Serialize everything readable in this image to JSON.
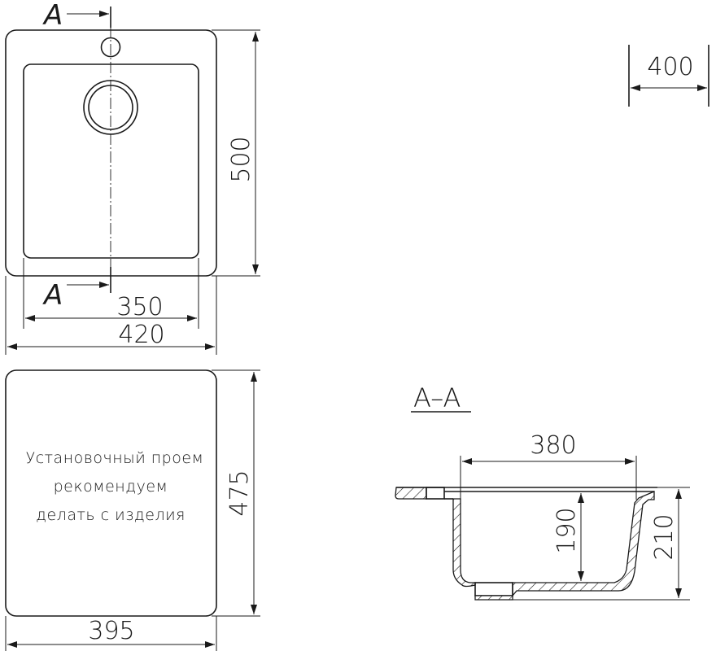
{
  "drawing": {
    "section_marker": "A",
    "section_title": "A–A",
    "depth_dimension": "400",
    "top_view": {
      "height": "500",
      "bowl_width": "350",
      "overall_width": "420"
    },
    "cutout_view": {
      "note_lines": [
        "Установочный проем",
        "рекомендуем",
        "делать с изделия"
      ],
      "height": "475",
      "width": "395"
    },
    "section_view": {
      "bowl_top_width": "380",
      "bowl_depth": "190",
      "overall_depth": "210"
    }
  },
  "colors": {
    "line": "#1a1a1a",
    "background": "#ffffff"
  }
}
